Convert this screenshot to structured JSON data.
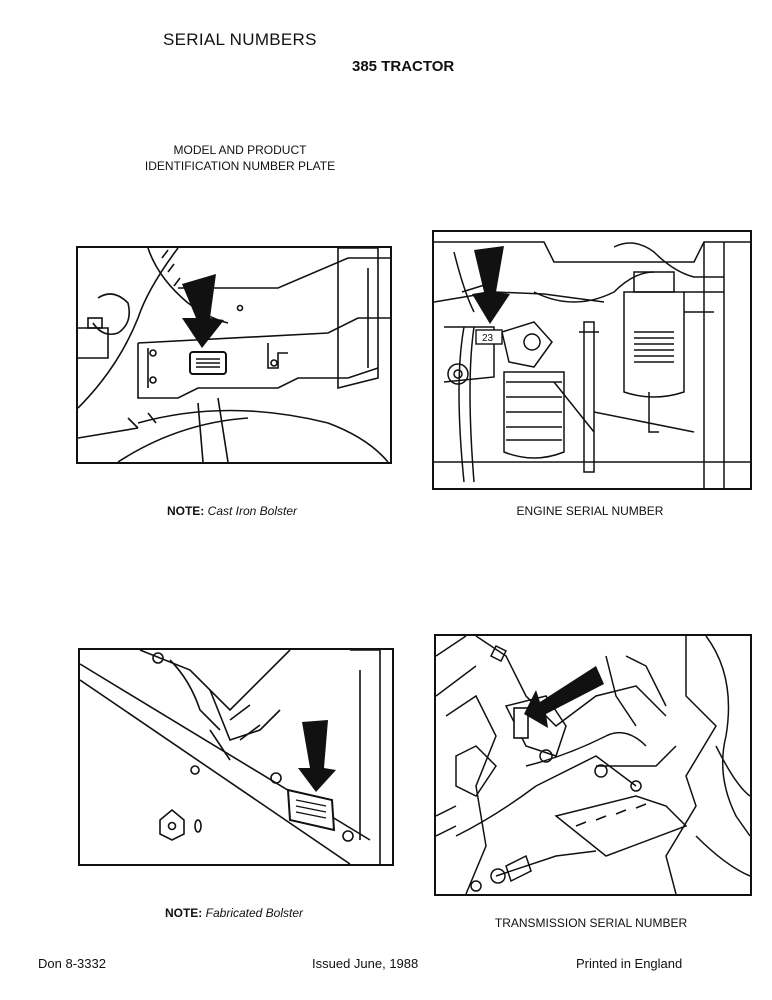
{
  "header": {
    "title": "SERIAL NUMBERS",
    "subtitle": "385 TRACTOR"
  },
  "plate_caption": {
    "line1": "MODEL AND PRODUCT",
    "line2": "IDENTIFICATION NUMBER PLATE"
  },
  "figures": {
    "cast_iron": {
      "note_label": "NOTE:",
      "note_text": "Cast Iron Bolster"
    },
    "engine": {
      "caption": "ENGINE SERIAL NUMBER",
      "stamp": "23"
    },
    "fabricated": {
      "note_label": "NOTE:",
      "note_text": "Fabricated Bolster"
    },
    "transmission": {
      "caption": "TRANSMISSION SERIAL NUMBER"
    }
  },
  "footer": {
    "doc_number": "Don 8-3332",
    "issued": "Issued June, 1988",
    "printed": "Printed in England"
  }
}
